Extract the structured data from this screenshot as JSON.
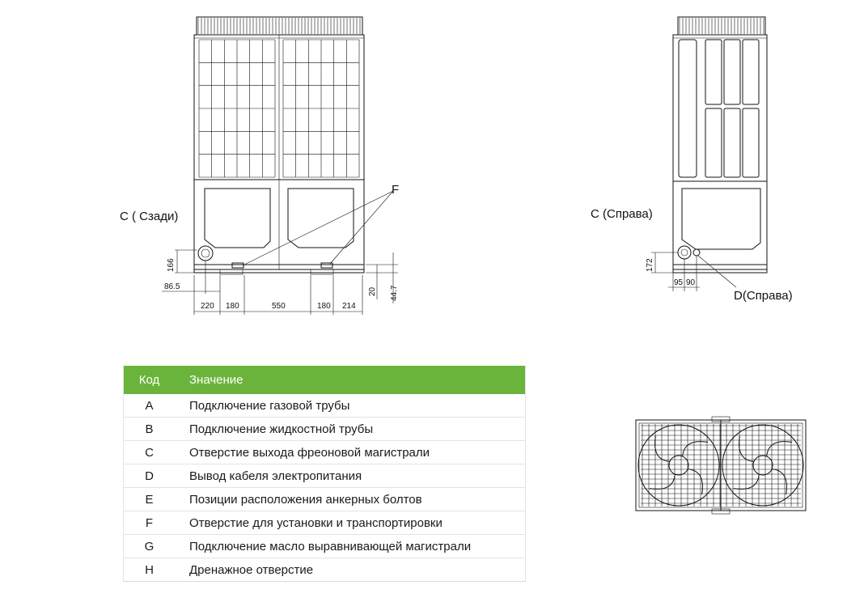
{
  "views": {
    "rear_label": "C ( Сзади)",
    "right_label": "C (Справа)",
    "d_label": "D(Справа)",
    "f_label": "F"
  },
  "dimensions": {
    "rear_vertical_166": "166",
    "rear_left_86_5": "86.5",
    "rear_right_20": "20",
    "rear_right_44_7": "44.7",
    "rear_bottom": [
      "220",
      "180",
      "550",
      "180",
      "214"
    ],
    "side_vertical_172": "172",
    "side_bottom_95": "95",
    "side_bottom_90": "90"
  },
  "legend": {
    "header_code": "Код",
    "header_value": "Значение",
    "rows": [
      {
        "code": "A",
        "value": "Подключение газовой трубы"
      },
      {
        "code": "B",
        "value": "Подключение жидкостной трубы"
      },
      {
        "code": "C",
        "value": "Отверстие выхода фреоновой магистрали"
      },
      {
        "code": "D",
        "value": "Вывод кабеля электропитания"
      },
      {
        "code": "E",
        "value": "Позиции расположения анкерных болтов"
      },
      {
        "code": "F",
        "value": "Отверстие для установки и транспортировки"
      },
      {
        "code": "G",
        "value": "Подключение масло выравнивающей магистрали"
      },
      {
        "code": "H",
        "value": "Дренажное отверстие"
      }
    ]
  }
}
